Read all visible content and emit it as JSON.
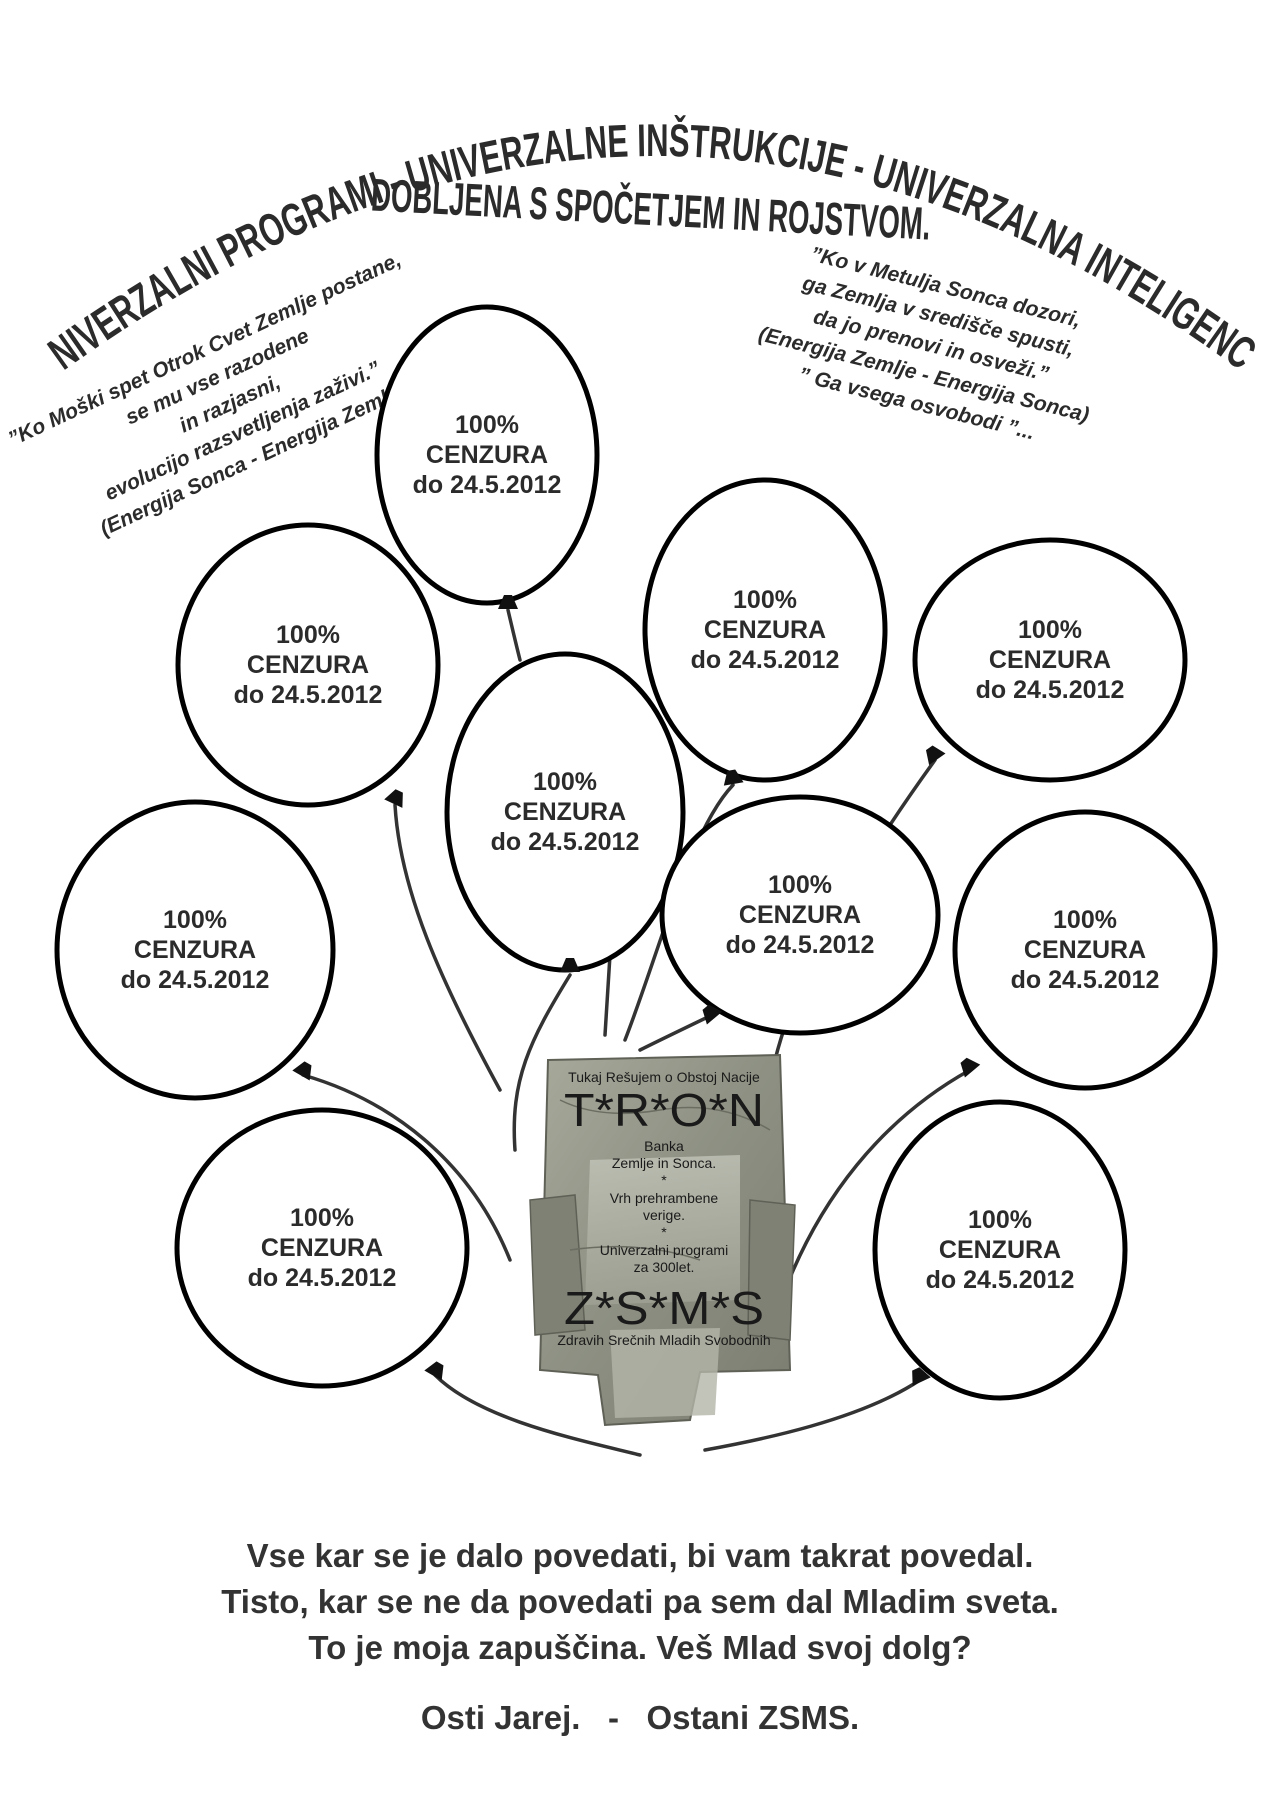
{
  "colors": {
    "text": "#2b2b2b",
    "outline": "#000000",
    "stone": "#8d8f83"
  },
  "header": {
    "arc_title": "UNIVERZALNI PROGRAMI - UNIVERZALNE INŠTRUKCIJE - UNIVERZALNA INTELIGENCA",
    "subtitle_line1": "DOBLJENA S SPOČETJEM IN ROJSTVOM."
  },
  "quote_left": [
    "”Ko Moški spet Otrok Cvet Zemlje postane,",
    "se mu vse razodene",
    "in razjasni,",
    "evolucijo razsvetljenja zaživi.”",
    "(Energija Sonca - Energija Zemlje)"
  ],
  "quote_right": [
    "”Ko v Metulja Sonca dozori,",
    "ga Zemlja v središče spusti,",
    "da jo prenovi in osveži.”",
    "(Energija Zemlje - Energija Sonca)",
    "” Ga vsega osvobodi ”..."
  ],
  "balloons": [
    {
      "lines": [
        "100%",
        "CENZURA",
        "do 24.5.2012"
      ]
    },
    {
      "lines": [
        "100%",
        "CENZURA",
        "do 24.5.2012"
      ]
    },
    {
      "lines": [
        "100%",
        "CENZURA",
        "do 24.5.2012"
      ]
    },
    {
      "lines": [
        "100%",
        "CENZURA",
        "do 24.5.2012"
      ]
    },
    {
      "lines": [
        "100%",
        "CENZURA",
        "do 24.5.2012"
      ]
    },
    {
      "lines": [
        "100%",
        "CENZURA",
        "do 24.5.2012"
      ]
    },
    {
      "lines": [
        "100%",
        "CENZURA",
        "do 24.5.2012"
      ]
    },
    {
      "lines": [
        "100%",
        "CENZURA",
        "do 24.5.2012"
      ]
    },
    {
      "lines": [
        "100%",
        "CENZURA",
        "do 24.5.2012"
      ]
    },
    {
      "lines": [
        "100%",
        "CENZURA",
        "do 24.5.2012"
      ]
    }
  ],
  "throne": {
    "top_caption": "Tukaj Rešujem o Obstoj Nacije",
    "name": "T*R*O*N",
    "line1": "Banka",
    "line2": "Zemlje in Sonca.",
    "sep1": "*",
    "line3": "Vrh prehrambene",
    "line4": "verige.",
    "sep2": "*",
    "line5": "Univerzalni programi",
    "line6": "za 300let.",
    "acronym": "Z*S*M*S",
    "acronym_caption": "Zdravih Srečnih Mladih Svobodnih"
  },
  "footer": {
    "line1": "Vse kar se je dalo povedati, bi vam takrat povedal.",
    "line2": "Tisto, kar se ne da povedati pa sem dal Mladim sveta.",
    "line3": "To je moja zapuščina. Veš Mlad svoj dolg?",
    "signature": "Osti Jarej.   -   Ostani ZSMS."
  }
}
